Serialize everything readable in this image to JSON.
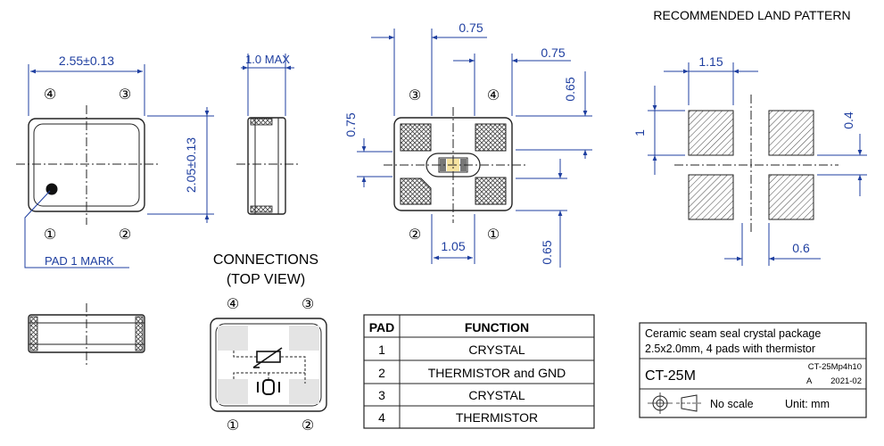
{
  "title_land_pattern": "RECOMMENDED LAND PATTERN",
  "front_view": {
    "width_dim": "2.55±0.13",
    "height_dim": "2.05±0.13",
    "pad_labels": [
      "④",
      "③",
      "①",
      "②"
    ],
    "pad1_mark": "PAD 1 MARK"
  },
  "side_view": {
    "height_dim": "1.0 MAX"
  },
  "bottom_view": {
    "dims": [
      "0.75",
      "0.75",
      "0.65",
      "0.75",
      "1.05",
      "0.65"
    ],
    "pad_labels": [
      "③",
      "④",
      "②",
      "①"
    ]
  },
  "land_pattern": {
    "dims": [
      "1.15",
      "1",
      "0.4",
      "0.6"
    ]
  },
  "connections": {
    "title_line1": "CONNECTIONS",
    "title_line2": "(TOP VIEW)",
    "pad_labels": [
      "④",
      "③",
      "①",
      "②"
    ]
  },
  "pad_table": {
    "headers": [
      "PAD",
      "FUNCTION"
    ],
    "rows": [
      [
        "1",
        "CRYSTAL"
      ],
      [
        "2",
        "THERMISTOR and GND"
      ],
      [
        "3",
        "CRYSTAL"
      ],
      [
        "4",
        "THERMISTOR"
      ]
    ]
  },
  "title_block": {
    "description_line1": "Ceramic seam seal crystal package",
    "description_line2": "2.5x2.0mm, 4 pads with thermistor",
    "part_number": "CT-25M",
    "drawing_code": "CT-25Mp4h10",
    "revision": "A",
    "date": "2021-02",
    "scale": "No scale",
    "unit": "Unit: mm"
  }
}
